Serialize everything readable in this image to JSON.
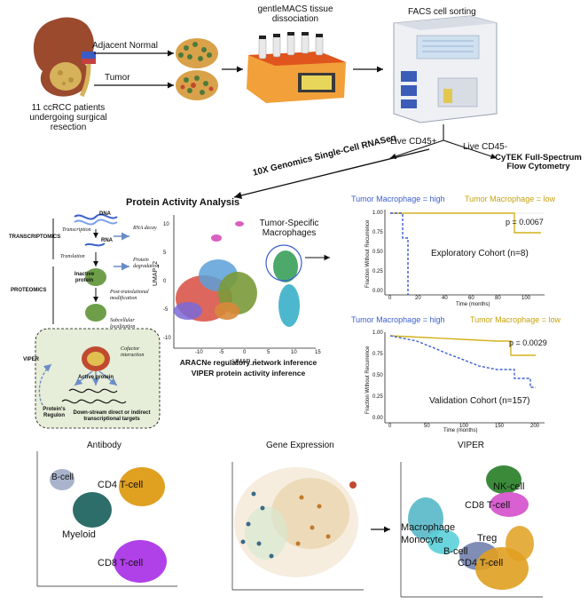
{
  "workflow": {
    "patients": "11 ccRCC patients undergoing surgical resection",
    "adjacent_normal": "Adjacent Normal",
    "tumor": "Tumor",
    "dissociation": "gentleMACS tissue dissociation",
    "sorting": "FACS cell sorting",
    "live_cd45_pos": "Live CD45+",
    "live_cd45_neg": "Live CD45-",
    "cytek": "CyTEK Full-Spectrum Flow Cytometry",
    "scrnaseq": "10X Genomics Single-Cell RNASeq"
  },
  "protein_activity": {
    "title": "Protein Activity Analysis",
    "steps": {
      "dna": "DNA",
      "transcription": "Transcription",
      "rna_decay": "RNA decay",
      "rna": "RNA",
      "translation": "Translation",
      "protein_degradation": "Protein degradation",
      "inactive_protein": "Inactive protein",
      "post_translational": "Post-translational modification",
      "subcellular": "Subcellular localization",
      "cofactor": "Cofactor interaction",
      "active_protein": "Active protein",
      "regulon": "Protein's Regulon",
      "downstream": "Down-stream direct or indirect transcriptional targets"
    },
    "layers": [
      "TRANSCRIPTOMICS",
      "PROTEOMICS",
      "VIPER"
    ],
    "aracne": "ARACNe regulatory network inference",
    "viper": "VIPER protein activity inference"
  },
  "umap": {
    "annotation": "Tumor-Specific Macrophages",
    "xlabel": "UMAP_1",
    "ylabel": "UMAP_2",
    "xticks": [
      "-10",
      "-5",
      "0",
      "5",
      "10",
      "15"
    ],
    "yticks": [
      "10",
      "5",
      "0",
      "-5",
      "-10"
    ]
  },
  "km_exploratory": {
    "legend_high": "Tumor Macrophage = high",
    "legend_low": "Tumor Macrophage = low",
    "pvalue": "p = 0.0067",
    "cohort": "Exploratory Cohort (n=8)",
    "ylabel": "Fraction Without Recurrence",
    "xlabel": "Time (months)",
    "yticks": [
      "1.00",
      "0.75",
      "0.50",
      "0.25",
      "0.00"
    ],
    "xticks": [
      "0",
      "20",
      "40",
      "60",
      "80",
      "100"
    ]
  },
  "km_validation": {
    "legend_high": "Tumor Macrophage = high",
    "legend_low": "Tumor Macrophage = low",
    "pvalue": "p = 0.0029",
    "cohort": "Validation Cohort (n=157)",
    "ylabel": "Fraction Without Recurrence",
    "xlabel": "Time (months)",
    "yticks": [
      "1.00",
      "0.75",
      "0.50",
      "0.25",
      "0.00"
    ],
    "xticks": [
      "0",
      "50",
      "100",
      "150",
      "200"
    ]
  },
  "panels": {
    "antibody": {
      "title": "Antibody",
      "labels": {
        "bcell": "B-cell",
        "cd4": "CD4 T-cell",
        "myeloid": "Myeloid",
        "cd8": "CD8 T-cell"
      }
    },
    "gene_expression": {
      "title": "Gene Expression"
    },
    "viper": {
      "title": "VIPER",
      "labels": {
        "nk": "NK-cell",
        "cd8": "CD8 T-cell",
        "macrophage": "Macrophage",
        "monocyte": "Monocyte",
        "treg": "Treg",
        "bcell": "B-cell",
        "cd4": "CD4 T-cell"
      }
    }
  },
  "colors": {
    "high": "#3a5fcd",
    "low": "#d4b21e",
    "antibody_bcell": "#a9b4cc",
    "antibody_cd4": "#e0a020",
    "antibody_myeloid": "#2e6e6a",
    "antibody_cd8": "#b040e8"
  }
}
